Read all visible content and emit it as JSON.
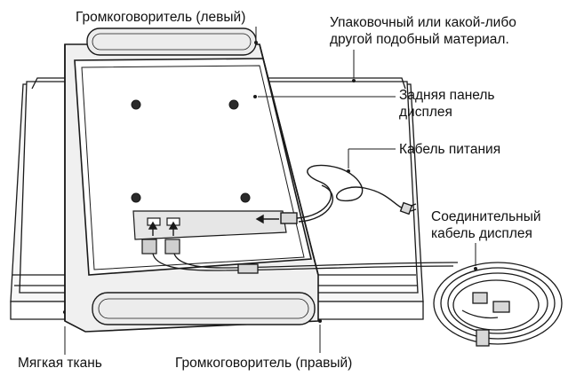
{
  "labels": {
    "speaker_left": "Громкоговоритель (левый)",
    "packing_material_line1": "Упаковочный или какой-либо",
    "packing_material_line2": "другой подобный материал.",
    "display_back_line1": "Задняя панель",
    "display_back_line2": "дисплея",
    "power_cable": "Кабель питания",
    "connection_cable_line1": "Соединительный",
    "connection_cable_line2": "кабель дисплея",
    "soft_cloth": "Мягкая ткань",
    "speaker_right": "Громкоговоритель (правый)"
  },
  "colors": {
    "line": "#1a1a1a",
    "packing_fill": "#ffffff",
    "panel_fill": "#f4f4f4",
    "back_fill": "#ffffff",
    "speaker_fill": "#eeeeee"
  }
}
